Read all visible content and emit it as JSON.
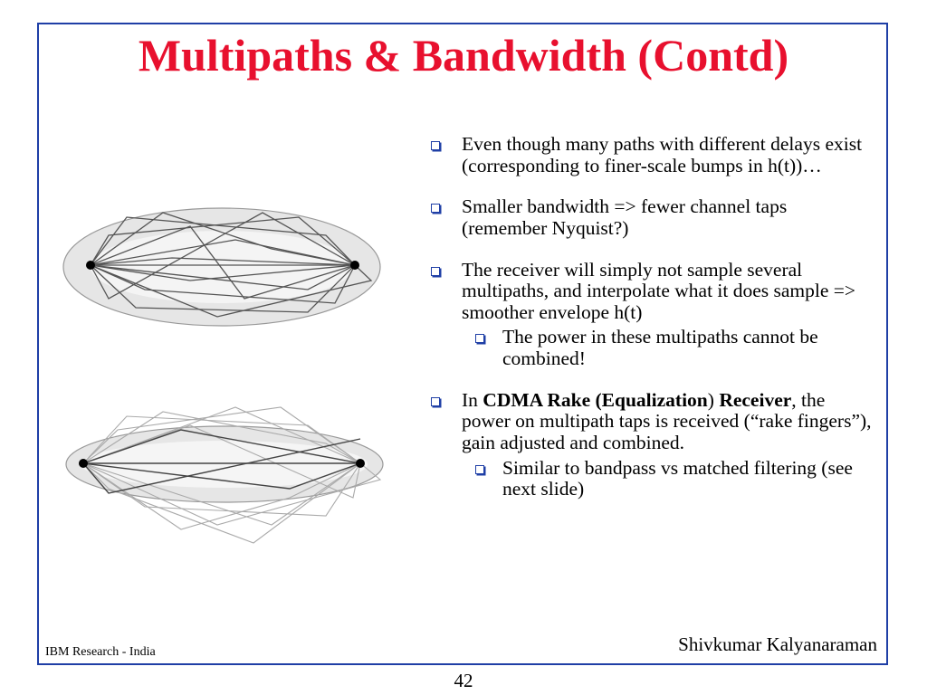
{
  "slide": {
    "title": "Multipaths & Bandwidth (Contd)",
    "bullets": [
      {
        "text": "Even though many paths with different delays exist (corresponding to finer-scale bumps in h(t))…"
      },
      {
        "text": "Smaller bandwidth => fewer channel taps (remember Nyquist?)"
      },
      {
        "text": "The receiver will simply not sample several multipaths, and interpolate what it does sample => smoother envelope h(t)",
        "sub": [
          "The power in these multipaths cannot be combined!"
        ]
      },
      {
        "prefix": "In ",
        "bold1": "CDMA Rake (Equalization",
        "mid": ") ",
        "bold2": "Receiver",
        "suffix": ", the power on multipath taps is received (“rake fingers”), gain adjusted and combined.",
        "sub": [
          "Similar to bandpass vs matched filtering (see next slide)"
        ]
      }
    ],
    "footer_left": "IBM Research - India",
    "footer_right": "Shivkumar Kalyanaraman",
    "page_number": "42"
  },
  "colors": {
    "title": "#e8102e",
    "frame": "#1f3fa6",
    "bullet_marker": "#1f3fa6",
    "ellipse_fill": "#e6e6e6"
  }
}
